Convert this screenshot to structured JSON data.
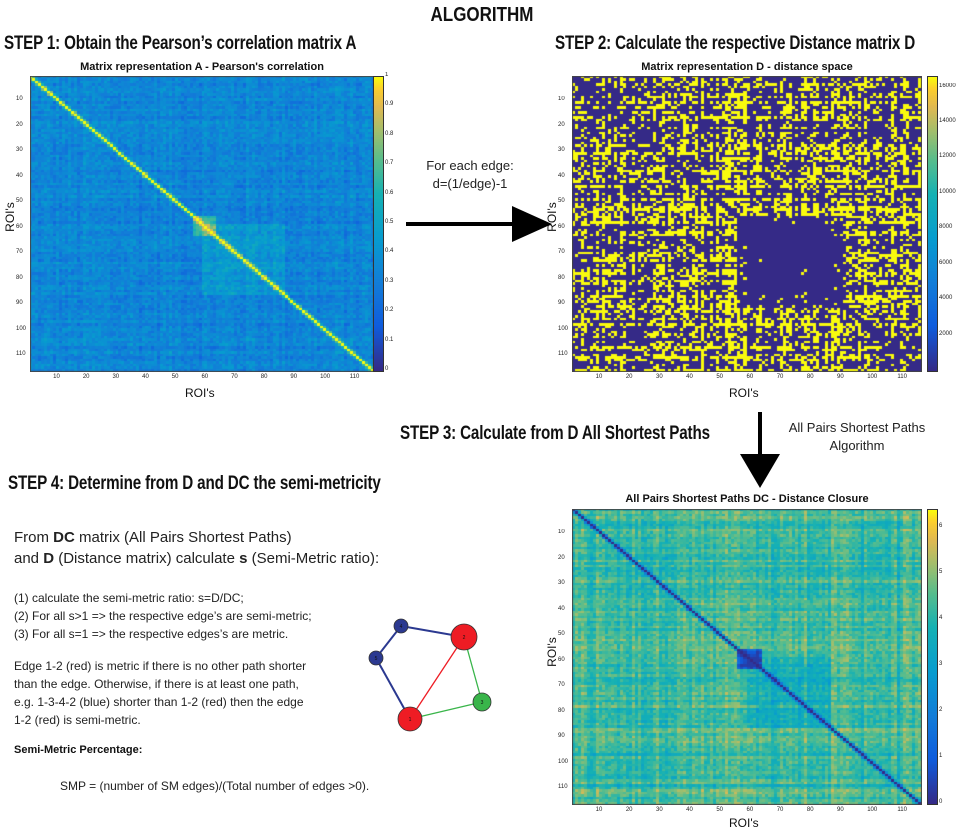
{
  "page": {
    "title": "ALGORITHM"
  },
  "steps": {
    "step1": "STEP 1: Obtain the Pearson’s correlation matrix A",
    "step2": "STEP 2: Calculate the respective Distance matrix D",
    "step3": "STEP 3: Calculate from D All Shortest Paths",
    "step4": "STEP 4: Determine from D and DC the semi-metricity"
  },
  "matrices": [
    {
      "id": "A",
      "title": "Matrix representation A - Pearson's correlation",
      "xlabel": "ROI's",
      "ylabel": "ROI's",
      "ticks": [
        "10",
        "20",
        "30",
        "40",
        "50",
        "60",
        "70",
        "80",
        "90",
        "100",
        "110"
      ],
      "colorbar_ticks": [
        "0",
        "0.1",
        "0.2",
        "0.3",
        "0.4",
        "0.5",
        "0.6",
        "0.7",
        "0.8",
        "0.9",
        "1"
      ],
      "colormap": "parula"
    },
    {
      "id": "D",
      "title": "Matrix representation D - distance space",
      "xlabel": "ROI's",
      "ylabel": "ROI's",
      "ticks": [
        "10",
        "20",
        "30",
        "40",
        "50",
        "60",
        "70",
        "80",
        "90",
        "100",
        "110"
      ],
      "colorbar_ticks": [
        "2000",
        "4000",
        "6000",
        "8000",
        "10000",
        "12000",
        "14000",
        "16000"
      ],
      "colormap": "parula"
    },
    {
      "id": "DC",
      "title": "All Pairs Shortest Paths DC - Distance Closure",
      "xlabel": "ROI's",
      "ylabel": "ROI's",
      "ticks": [
        "10",
        "20",
        "30",
        "40",
        "50",
        "60",
        "70",
        "80",
        "90",
        "100",
        "110"
      ],
      "colorbar_ticks": [
        "0",
        "1",
        "2",
        "3",
        "4",
        "5",
        "6"
      ],
      "colormap": "parula"
    }
  ],
  "arrow1": {
    "line1": "For each edge:",
    "line2": "d=(1/edge)-1"
  },
  "arrow2": {
    "line1": "All Pairs Shortest Paths",
    "line2": "Algorithm"
  },
  "step4_text": {
    "intro_part1": "From ",
    "intro_dc": "DC",
    "intro_part2": " matrix (All Pairs Shortest Paths)",
    "intro2_part1": "and ",
    "intro2_d": "D",
    "intro2_part2": " (Distance matrix) calculate ",
    "intro2_s": "s",
    "intro2_part3": " (Semi-Metric ratio):",
    "items": [
      "(1) calculate the semi-metric ratio: s=D/DC;",
      "(2) For all s>1 => the respective edge’s are semi-metric;",
      "(3) For all s=1 => the respective edges’s are metric."
    ],
    "edge_lines": [
      "Edge 1-2 (red) is metric if there is no other path shorter",
      "than the edge. Otherwise, if there is at least one path,",
      "e.g. 1-3-4-2 (blue) shorter than 1-2 (red) then the edge",
      "1-2 (red) is semi-metric."
    ],
    "smp_heading": "Semi-Metric Percentage:",
    "smp_formula": "SMP = (number of SM edges)/(Total number of edges >0)."
  },
  "graph": {
    "nodes": [
      {
        "label": "1",
        "color": "#ee1c24"
      },
      {
        "label": "2",
        "color": "#ee1c24"
      },
      {
        "label": "3",
        "color": "#39b54a"
      },
      {
        "label": "4",
        "color": "#2b3990"
      },
      {
        "label": "5",
        "color": "#2b3990"
      }
    ],
    "edge_colors": {
      "red": "#ee1c24",
      "blue": "#2b3990",
      "green": "#39b54a"
    }
  }
}
